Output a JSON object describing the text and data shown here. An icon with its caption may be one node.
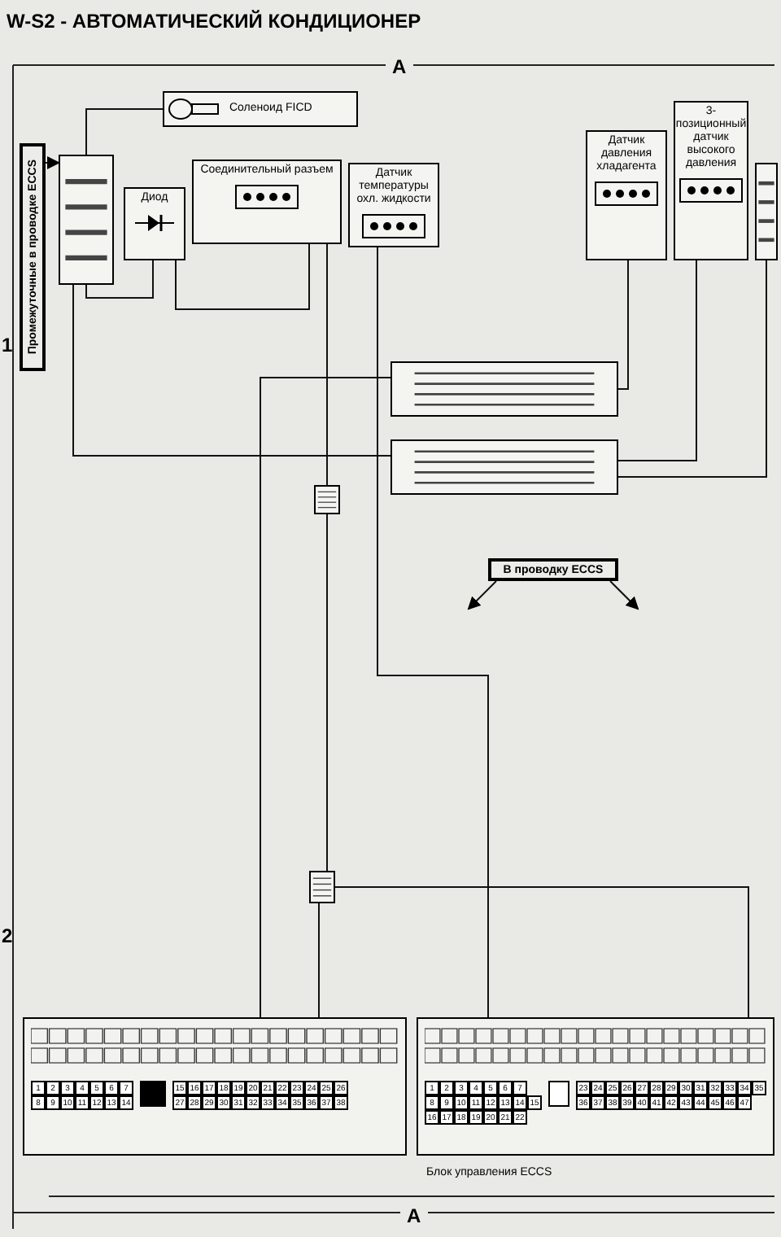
{
  "diagram": {
    "title": "W-S2 - АВТОМАТИЧЕСКИЙ КОНДИЦИОНЕР",
    "nodes": [
      {
        "text": [
          "Соленоид FICD"
        ]
      },
      {
        "text": [
          "Промежуточные в проводке ECCS"
        ]
      },
      {
        "text": [],
        "shape": "box"
      },
      {
        "text": [
          "Диод"
        ]
      },
      {
        "text": [
          "Соединительный разъем"
        ]
      },
      {
        "text": [
          "Датчик температуры охл. жидкости"
        ]
      },
      {
        "text": [
          "Датчик давления хладагента"
        ]
      },
      {
        "text": [
          "3-позиционный датчик высокого давления"
        ]
      },
      {
        "text": [],
        "shape": "box"
      },
      {
        "text": [],
        "shape": "box"
      },
      {
        "text": [],
        "shape": "box"
      },
      {
        "text": [],
        "shape": "box"
      },
      {
        "text": [
          "В проводку ECCS"
        ]
      },
      {
        "text": [],
        "shape": "box"
      },
      {
        "text": [],
        "shape": "box"
      },
      {
        "text": [],
        "shape": "box"
      }
    ],
    "edges": [
      {
        "from": 2,
        "to": 0,
        "arrow": "none"
      },
      {
        "from": 1,
        "to": 2,
        "arrow": "to"
      },
      {
        "from": 2,
        "to": 3,
        "arrow": "none"
      },
      {
        "from": 3,
        "to": 4,
        "arrow": "none"
      },
      {
        "from": 4,
        "to": 11,
        "arrow": "none"
      },
      {
        "from": 5,
        "to": 15,
        "arrow": "none"
      },
      {
        "from": 6,
        "to": 9,
        "arrow": "none"
      },
      {
        "from": 7,
        "to": 10,
        "arrow": "none"
      },
      {
        "from": 8,
        "to": 10,
        "arrow": "none"
      },
      {
        "from": 10,
        "to": 2,
        "arrow": "none"
      },
      {
        "from": 11,
        "to": 13,
        "arrow": "none"
      },
      {
        "from": 13,
        "to": 14,
        "arrow": "none"
      },
      {
        "from": 13,
        "to": 15,
        "arrow": "none"
      },
      {
        "from": 9,
        "to": 14,
        "arrow": "none"
      },
      {
        "from": 12,
        "to": null,
        "arrow": "to"
      },
      {
        "from": 12,
        "to": null,
        "arrow": "to"
      }
    ],
    "labels": [
      "A",
      "1",
      "2",
      "1",
      "2",
      "3",
      "4",
      "5",
      "6",
      "7",
      "8",
      "9",
      "10",
      "11",
      "12",
      "13",
      "14",
      "15",
      "16",
      "17",
      "18",
      "19",
      "20",
      "21",
      "22",
      "23",
      "24",
      "25",
      "26",
      "27",
      "28",
      "29",
      "30",
      "31",
      "32",
      "33",
      "34",
      "35",
      "36",
      "37",
      "38",
      "1",
      "2",
      "3",
      "4",
      "5",
      "6",
      "7",
      "8",
      "9",
      "10",
      "11",
      "12",
      "13",
      "14",
      "15",
      "16",
      "17",
      "18",
      "19",
      "20",
      "21",
      "22",
      "23",
      "24",
      "25",
      "26",
      "27",
      "28",
      "29",
      "30",
      "31",
      "32",
      "33",
      "34",
      "35",
      "36",
      "37",
      "38",
      "39",
      "40",
      "41",
      "42",
      "43",
      "44",
      "45",
      "46",
      "47",
      "A",
      "Блок управления ECCS"
    ]
  }
}
